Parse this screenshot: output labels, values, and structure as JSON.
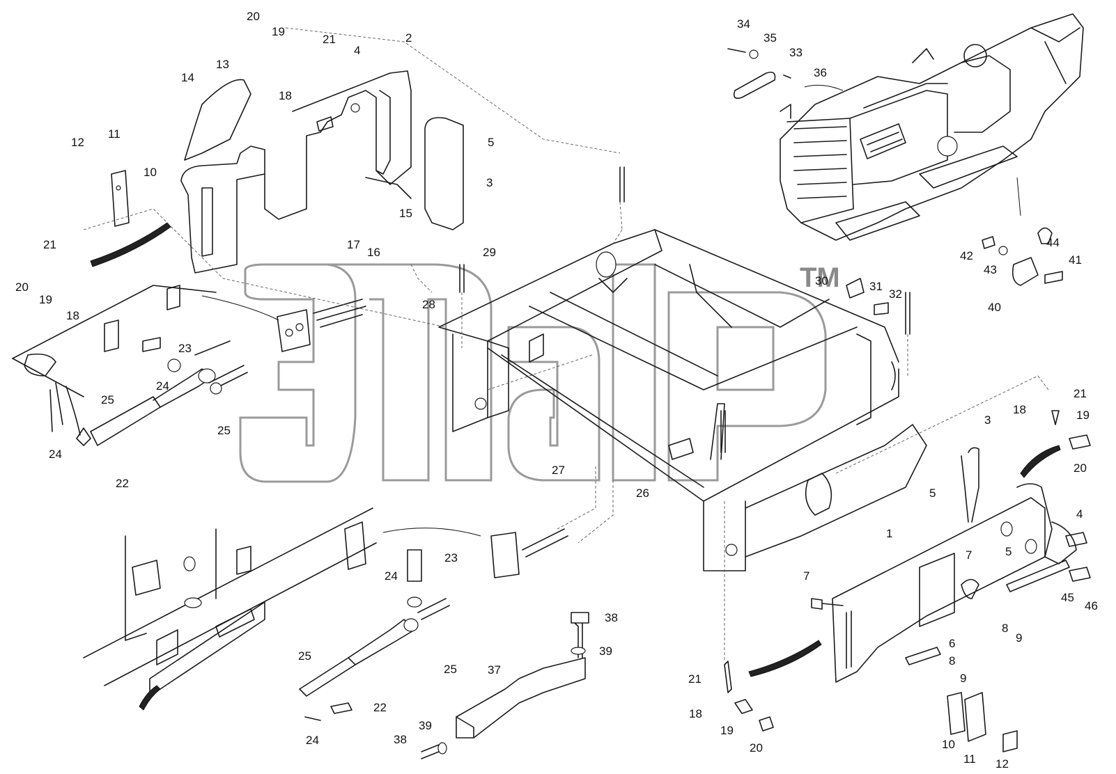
{
  "watermark": {
    "trademark": "TM"
  },
  "callouts": [
    "20",
    "19",
    "21",
    "4",
    "2",
    "13",
    "14",
    "12",
    "11",
    "10",
    "5",
    "3",
    "15",
    "17",
    "16",
    "29",
    "21",
    "20",
    "19",
    "18",
    "18",
    "23",
    "24",
    "25",
    "25",
    "24",
    "22",
    "28",
    "34",
    "35",
    "33",
    "36",
    "44",
    "42",
    "43",
    "41",
    "40",
    "30",
    "31",
    "32",
    "21",
    "19",
    "20",
    "18",
    "3",
    "5",
    "4",
    "1",
    "7",
    "5",
    "7",
    "45",
    "46",
    "8",
    "9",
    "6",
    "8",
    "9",
    "10",
    "11",
    "12",
    "27",
    "26",
    "23",
    "24",
    "25",
    "25",
    "22",
    "24",
    "37",
    "38",
    "39",
    "38",
    "39",
    "21",
    "18",
    "19",
    "20"
  ]
}
